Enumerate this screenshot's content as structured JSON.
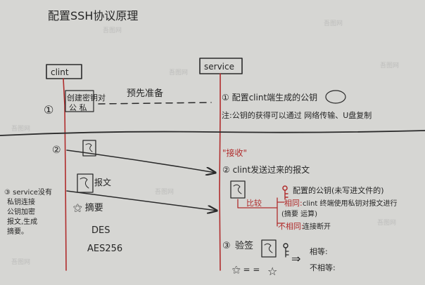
{
  "title": "配置SSH协议原理",
  "actors": {
    "client": "clint",
    "server": "service"
  },
  "step1": {
    "num": "①",
    "client_text_a": "创建密钥对",
    "client_text_b": "公  私",
    "middle_note": "预先准备",
    "server_text_a": "① 配置clint端生成的公钥",
    "server_text_b": "注:公钥的获得可以通过 网络传输、U盘复制"
  },
  "step2": {
    "num": "②",
    "client_packet_label": "报文",
    "hash_label": "⚝ 摘要",
    "algorithms": [
      "DES",
      "AES256"
    ],
    "receive_tag": "\"接收\"",
    "receive_text": "② clint发送过来的报文",
    "pubkey_label": "配置的公钥(未写进文件的)",
    "compare_label": "比较",
    "same_label": "相同:",
    "same_desc": "clint 终端使用私钥对报文进行",
    "same_desc_b": "(摘要 运算)",
    "diff_label": "不相同:",
    "diff_desc": "连接断开",
    "side_note": [
      "③ service没有",
      "私钥连接",
      "公钥加密",
      "报文,生成",
      "摘要。"
    ]
  },
  "step3": {
    "num": "③",
    "verify_label": "验签",
    "equals": "⚝ = =",
    "arrow_symbol": "⇒",
    "result_same": "相等:",
    "result_diff": "不相等:"
  },
  "watermark": "吾图网",
  "colors": {
    "ink": "#2a2a2a",
    "red": "#b02c2c",
    "paper": "#d6d6d3"
  }
}
